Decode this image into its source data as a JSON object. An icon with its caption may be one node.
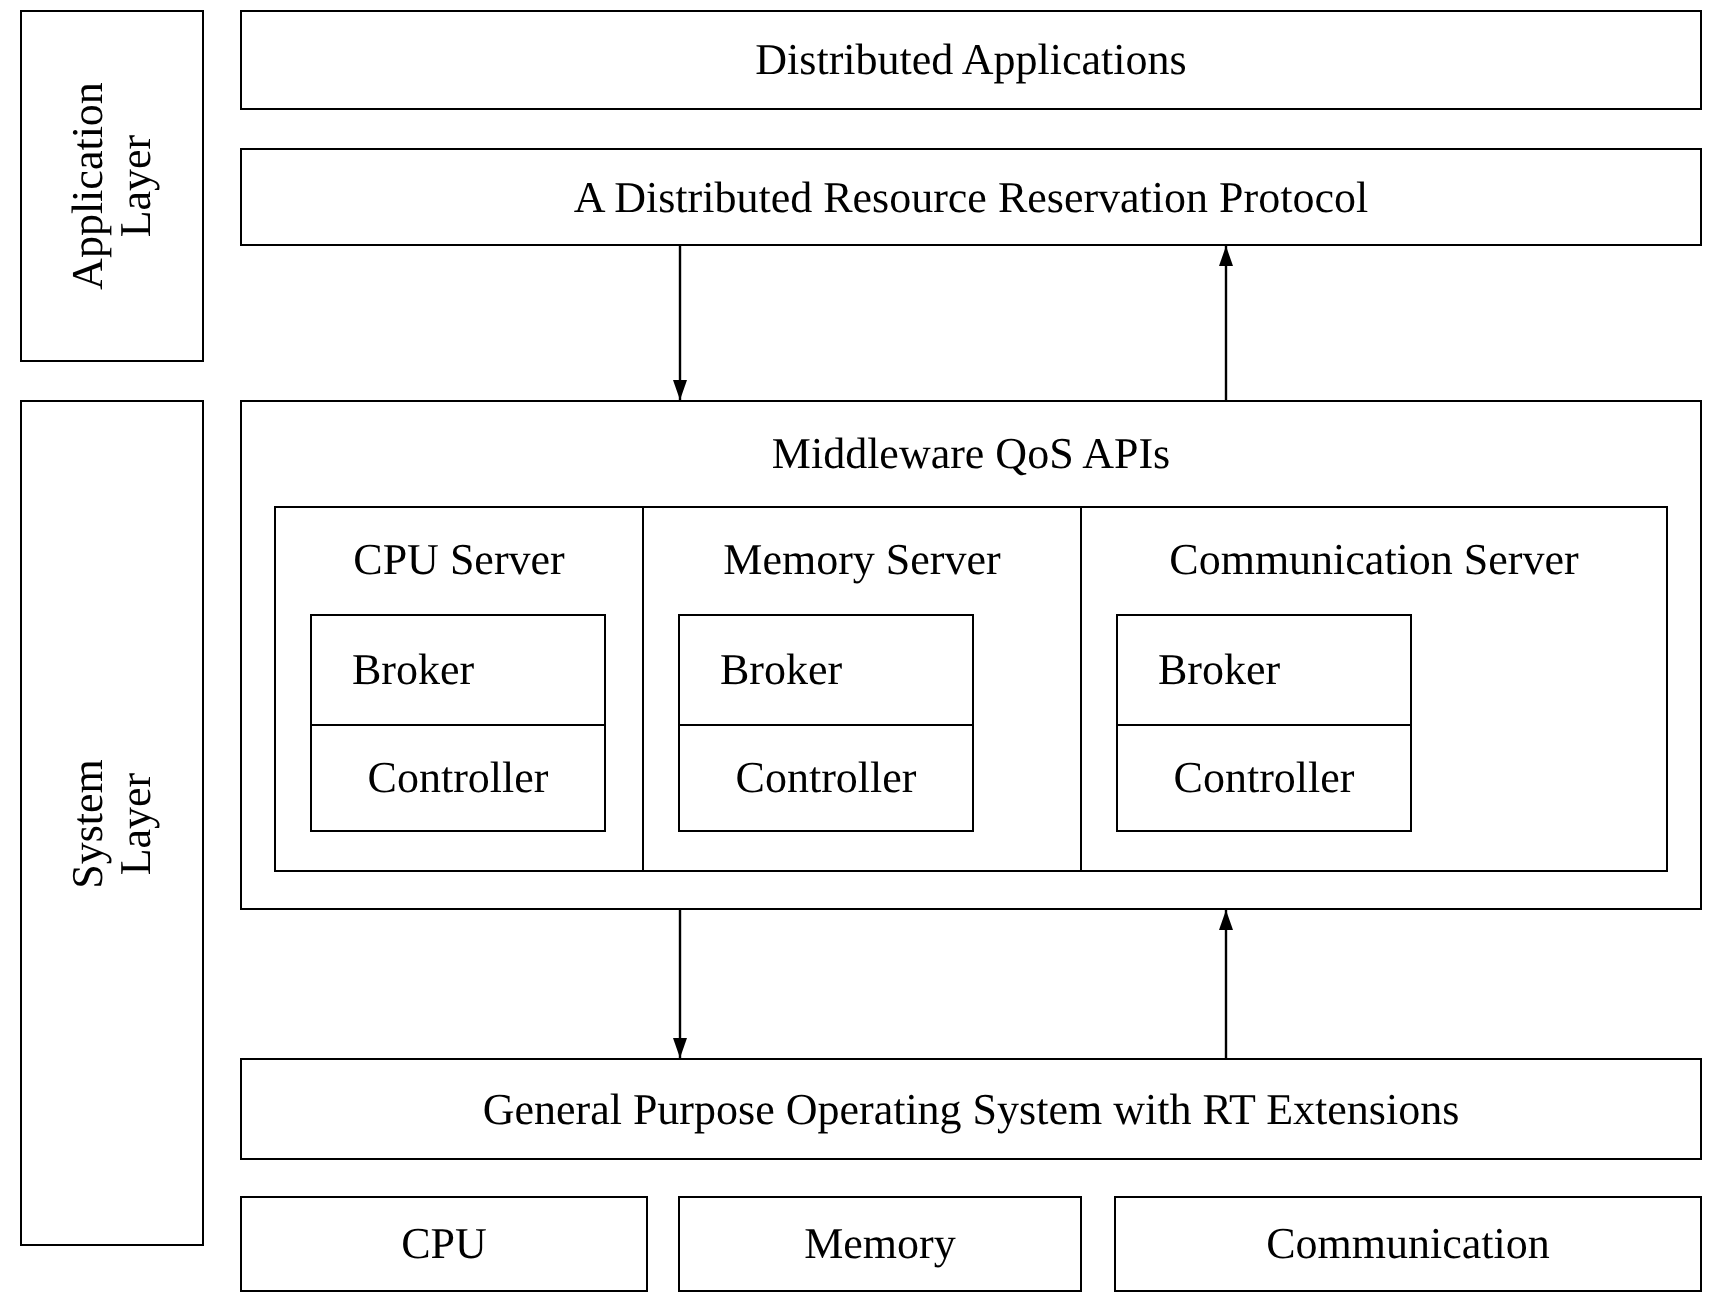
{
  "diagram": {
    "nodes": [
      {
        "text": [
          "Application Layer"
        ]
      },
      {
        "text": [
          "Distributed Applications"
        ]
      },
      {
        "text": [
          "A Distributed Resource Reservation Protocol"
        ]
      },
      {
        "text": [
          "System Layer"
        ]
      },
      {
        "text": [
          "Middleware QoS APIs"
        ]
      },
      {
        "text": [
          "CPU Server"
        ],
        "in": 4
      },
      {
        "text": [
          "Broker"
        ],
        "in": 5
      },
      {
        "text": [
          "Controller"
        ],
        "in": 5
      },
      {
        "text": [
          "Memory Server"
        ],
        "in": 4
      },
      {
        "text": [
          "Broker"
        ],
        "in": 8
      },
      {
        "text": [
          "Controller"
        ],
        "in": 8
      },
      {
        "text": [
          "Communication Server"
        ],
        "in": 4
      },
      {
        "text": [
          "Broker"
        ],
        "in": 11
      },
      {
        "text": [
          "Controller"
        ],
        "in": 11
      },
      {
        "text": [
          "General Purpose Operating System with RT Extensions"
        ]
      },
      {
        "text": [
          "CPU"
        ]
      },
      {
        "text": [
          "Memory"
        ]
      },
      {
        "text": [
          "Communication"
        ]
      }
    ],
    "edges": [
      {
        "from": 2,
        "to": 4,
        "arrow": "to"
      },
      {
        "from": 4,
        "to": 2,
        "arrow": "to"
      },
      {
        "from": 4,
        "to": 14,
        "arrow": "to"
      },
      {
        "from": 14,
        "to": 4,
        "arrow": "to"
      }
    ]
  }
}
